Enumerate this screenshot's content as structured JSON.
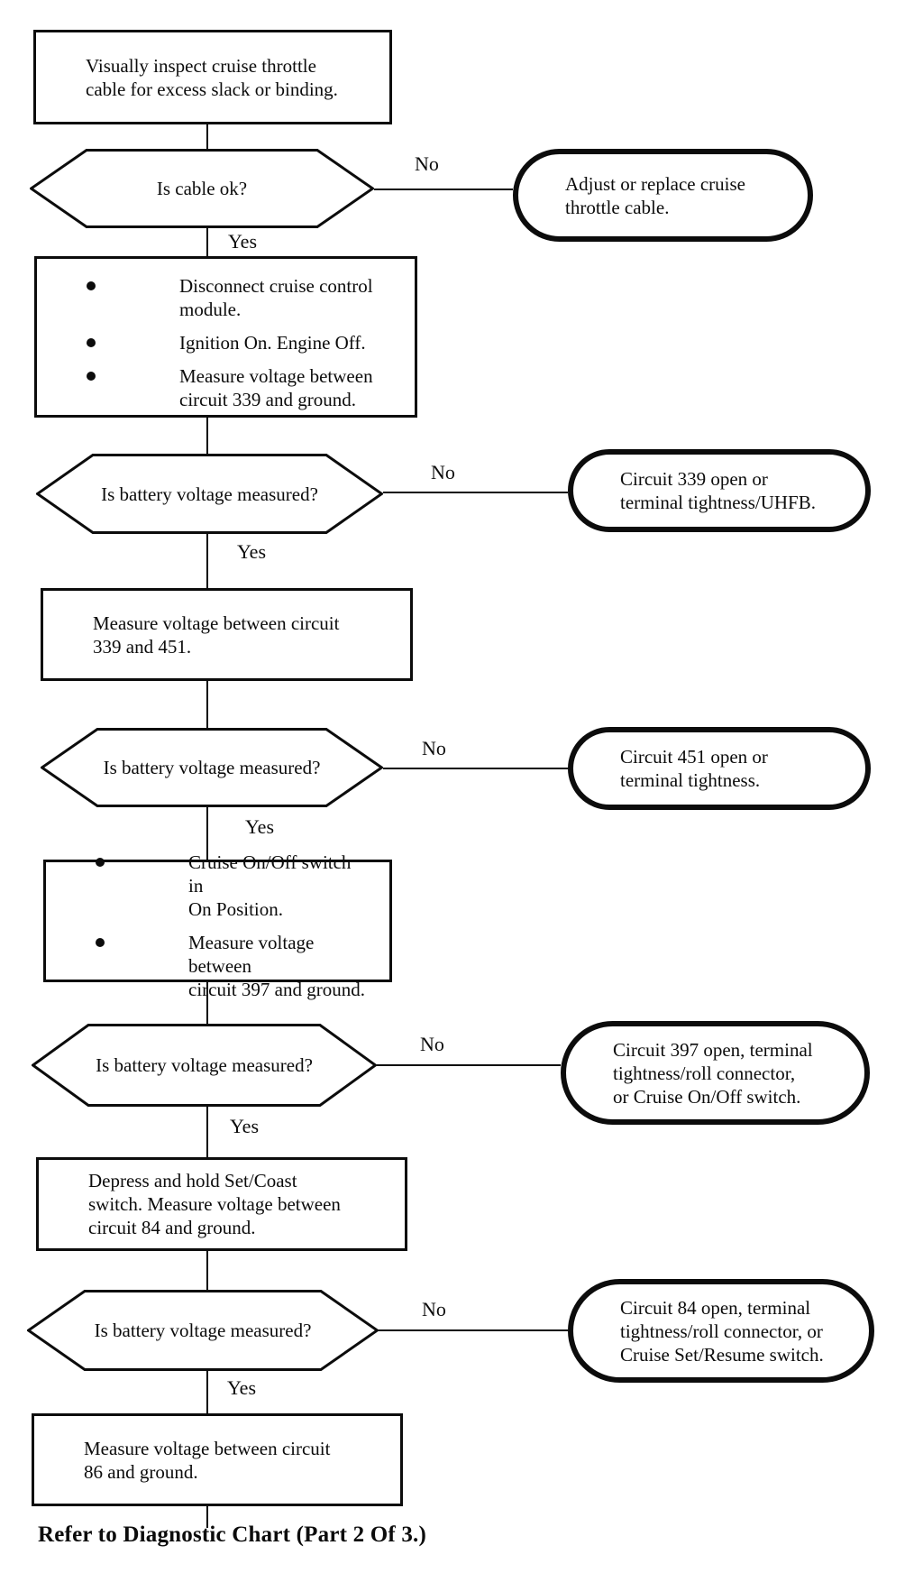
{
  "page": {
    "background": "#ffffff",
    "ink_color": "#0c0c0c"
  },
  "labels": {
    "yes": "Yes",
    "no": "No"
  },
  "nodes": [
    {
      "id": "inspect-cable",
      "type": "process",
      "text": "Visually inspect cruise throttle\ncable for excess slack or binding."
    },
    {
      "id": "is-cable-ok",
      "type": "decision",
      "text": "Is cable ok?"
    },
    {
      "id": "adjust-or-replace-cable",
      "type": "terminator",
      "text": "Adjust or replace cruise\nthrottle cable."
    },
    {
      "id": "disconnect-module-steps",
      "type": "process-bulleted",
      "items": [
        "Disconnect cruise control\nmodule.",
        "Ignition On. Engine Off.",
        "Measure voltage between\ncircuit 339 and ground."
      ]
    },
    {
      "id": "is-battery-voltage-measured-1",
      "type": "decision",
      "text": "Is battery voltage measured?"
    },
    {
      "id": "circuit-339-open",
      "type": "terminator",
      "text": "Circuit 339 open or\nterminal tightness/UHFB."
    },
    {
      "id": "measure-339-451",
      "type": "process",
      "text": "Measure voltage between circuit\n339 and 451."
    },
    {
      "id": "is-battery-voltage-measured-2",
      "type": "decision",
      "text": "Is battery voltage measured?"
    },
    {
      "id": "circuit-451-open",
      "type": "terminator",
      "text": "Circuit 451 open or\nterminal tightness."
    },
    {
      "id": "cruise-on-steps",
      "type": "process-bulleted",
      "items": [
        "Cruise On/Off switch in\nOn Position.",
        "Measure voltage between\ncircuit 397 and ground."
      ]
    },
    {
      "id": "is-battery-voltage-measured-3",
      "type": "decision",
      "text": "Is battery voltage measured?"
    },
    {
      "id": "circuit-397-open",
      "type": "terminator",
      "text": "Circuit 397 open, terminal\ntightness/roll connector,\nor Cruise On/Off switch."
    },
    {
      "id": "set-coast-measure-84",
      "type": "process",
      "text": "Depress and hold Set/Coast\nswitch. Measure voltage between\ncircuit 84 and ground."
    },
    {
      "id": "is-battery-voltage-measured-4",
      "type": "decision",
      "text": "Is battery voltage measured?"
    },
    {
      "id": "circuit-84-open",
      "type": "terminator",
      "text": "Circuit 84 open, terminal\ntightness/roll connector, or\nCruise Set/Resume switch."
    },
    {
      "id": "measure-86",
      "type": "process",
      "text": "Measure voltage between circuit\n86 and ground."
    }
  ],
  "footer": {
    "text": "Refer to Diagnostic Chart (Part 2 Of 3.)"
  }
}
